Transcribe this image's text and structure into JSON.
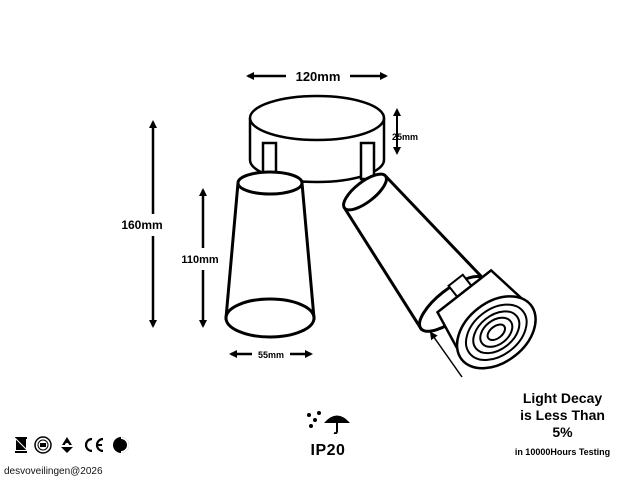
{
  "dimensions": {
    "width": "120mm",
    "height_total": "160mm",
    "base_height": "25mm",
    "shade_height": "110mm",
    "shade_diameter": "55mm"
  },
  "light_decay": {
    "line1": "Light Decay",
    "line2": "is Less Than",
    "line3": "5%",
    "note": "in 10000Hours Testing"
  },
  "ip_rating": {
    "label": "IP20",
    "icon": "rain-umbrella-icon"
  },
  "certifications": [
    "weee-bin-icon",
    "kema-mark-icon",
    "recycle-mark-icon",
    "ce-mark-icon",
    "green-dot-icon"
  ],
  "watermark": "desvoveilingen@2026"
}
